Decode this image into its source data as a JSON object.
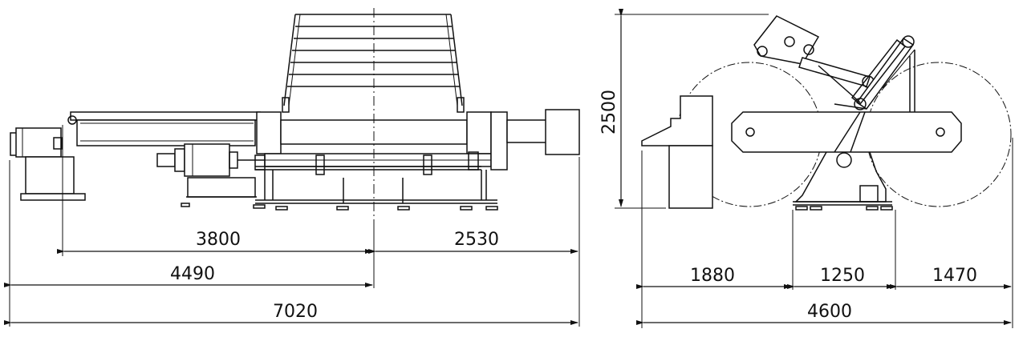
{
  "front_view": {
    "dimensions": [
      "3800",
      "2530",
      "4490",
      "7020"
    ]
  },
  "side_view": {
    "height_dimension": "2500",
    "dimensions": [
      "1880",
      "1250",
      "1470",
      "4600"
    ]
  }
}
